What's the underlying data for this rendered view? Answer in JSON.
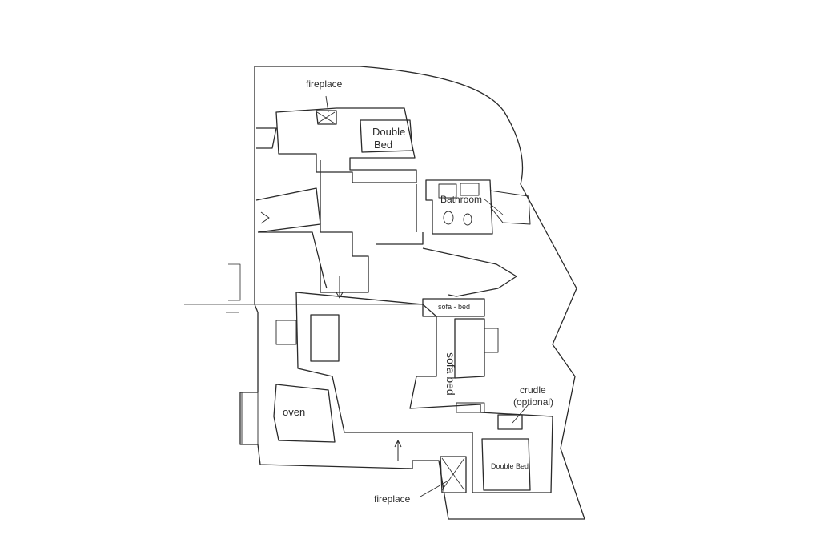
{
  "labels": {
    "fireplace_top": "fireplace",
    "double_bed_top_line1": "Double",
    "double_bed_top_line2": "Bed",
    "bathroom": "Bathroom",
    "sofa_bed_small": "sofa - bed",
    "sofa_bed_large": "sofa bed",
    "crudle_line1": "crudle",
    "crudle_line2": "(optional)",
    "oven": "oven",
    "double_bed_bottom": "Double Bed",
    "fireplace_bottom": "fireplace"
  },
  "colors": {
    "line": "#2a2a2a",
    "text": "#2b2b2b"
  }
}
